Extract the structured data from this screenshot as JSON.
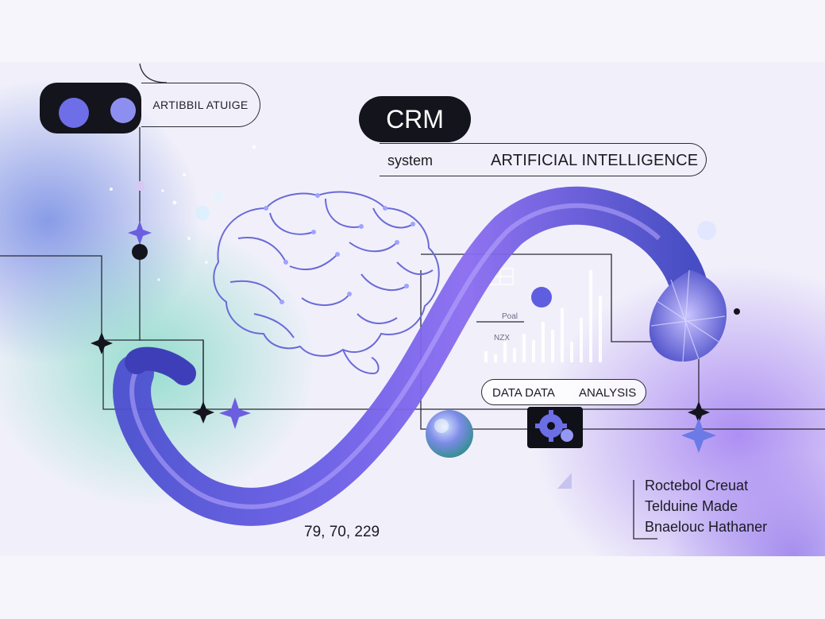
{
  "hero": {
    "tag": "CRM",
    "subtitle": "system",
    "headline": "ARTIFICIAL INTELLIGENCE"
  },
  "badge": {
    "label": "ARTIBBIL ATUIGE"
  },
  "data_pill": {
    "left": "DATA DATA",
    "right": "ANALYSIS"
  },
  "small_labels": {
    "a": "Poal",
    "b": "NZX"
  },
  "coords_text": "79,  70, 229",
  "feature_list": [
    "Roctebol Creuat",
    "Telduine Made",
    "Bnaelouc Hathaner"
  ],
  "colors": {
    "ink": "#14141c",
    "accent": "#6d6ee8",
    "ribbon": "#5b55d8",
    "teal": "#4ccdaa",
    "violet": "#9a6ef0"
  },
  "icons": [
    "brain-icon",
    "sparkle-icon",
    "gear-icon",
    "globe-icon",
    "bar-chart-icon",
    "ribbon-icon"
  ]
}
